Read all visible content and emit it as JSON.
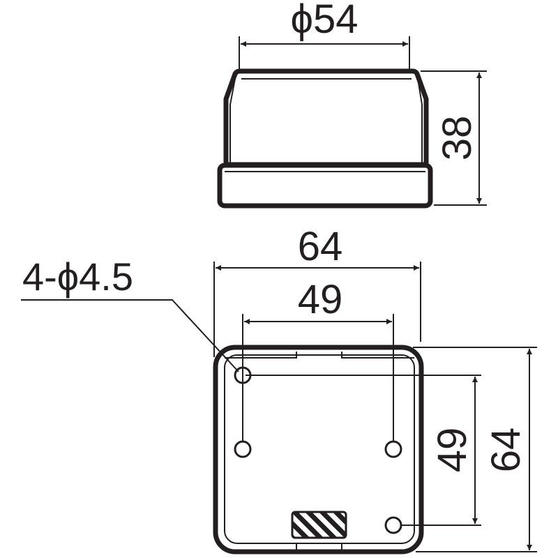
{
  "drawing": {
    "top_view": {
      "diameter_label": "ϕ54",
      "height_label": "38"
    },
    "base_view": {
      "hole_callout": "4-ϕ4.5",
      "outer_width_label": "64",
      "hole_pitch_width_label": "49",
      "hole_pitch_height_label": "49",
      "outer_height_label": "64"
    },
    "colors": {
      "line": "#231f20",
      "background": "#ffffff"
    }
  }
}
